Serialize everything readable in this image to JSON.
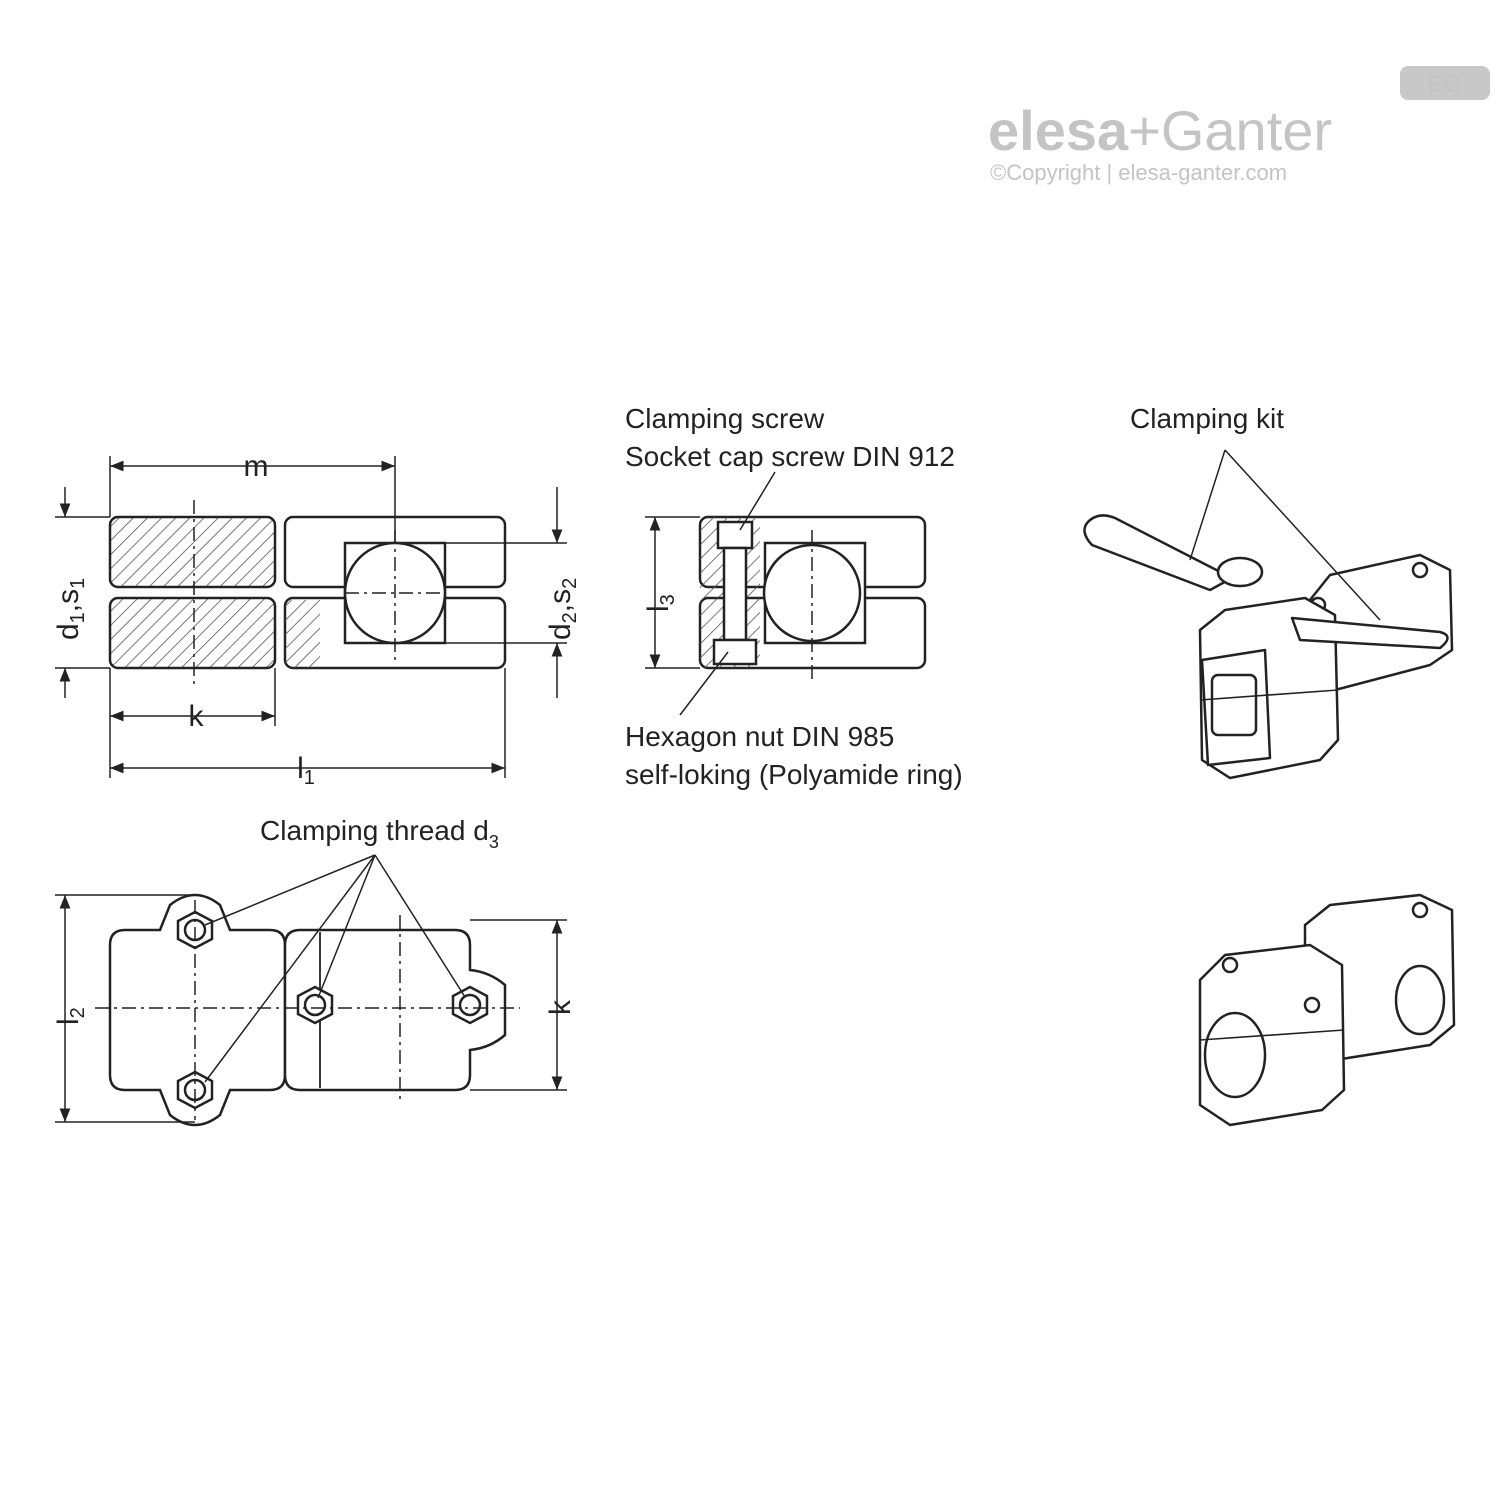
{
  "brand": {
    "name_part1": "elesa",
    "name_plus": "+",
    "name_part2": "Ganter",
    "copyright": "©Copyright | elesa-ganter.com",
    "badge": "EG"
  },
  "callouts": {
    "clamping_screw": "Clamping screw",
    "socket_cap_screw": "Socket cap screw DIN 912",
    "hexagon_nut": "Hexagon nut DIN 985",
    "self_locking": "self-loking (Polyamide ring)",
    "clamping_kit": "Clamping kit",
    "clamping_thread": "Clamping thread d",
    "clamping_thread_sub": "3"
  },
  "dims": {
    "m": "m",
    "k": "k",
    "l1": "l",
    "l1_sub": "1",
    "l2": "l",
    "l2_sub": "2",
    "l3": "l",
    "l3_sub": "3",
    "d1": "d",
    "d1_sub": "1",
    "s1": "s",
    "s1_sub": "1",
    "d2": "d",
    "d2_sub": "2",
    "s2": "s",
    "s2_sub": "2",
    "sep": ","
  }
}
